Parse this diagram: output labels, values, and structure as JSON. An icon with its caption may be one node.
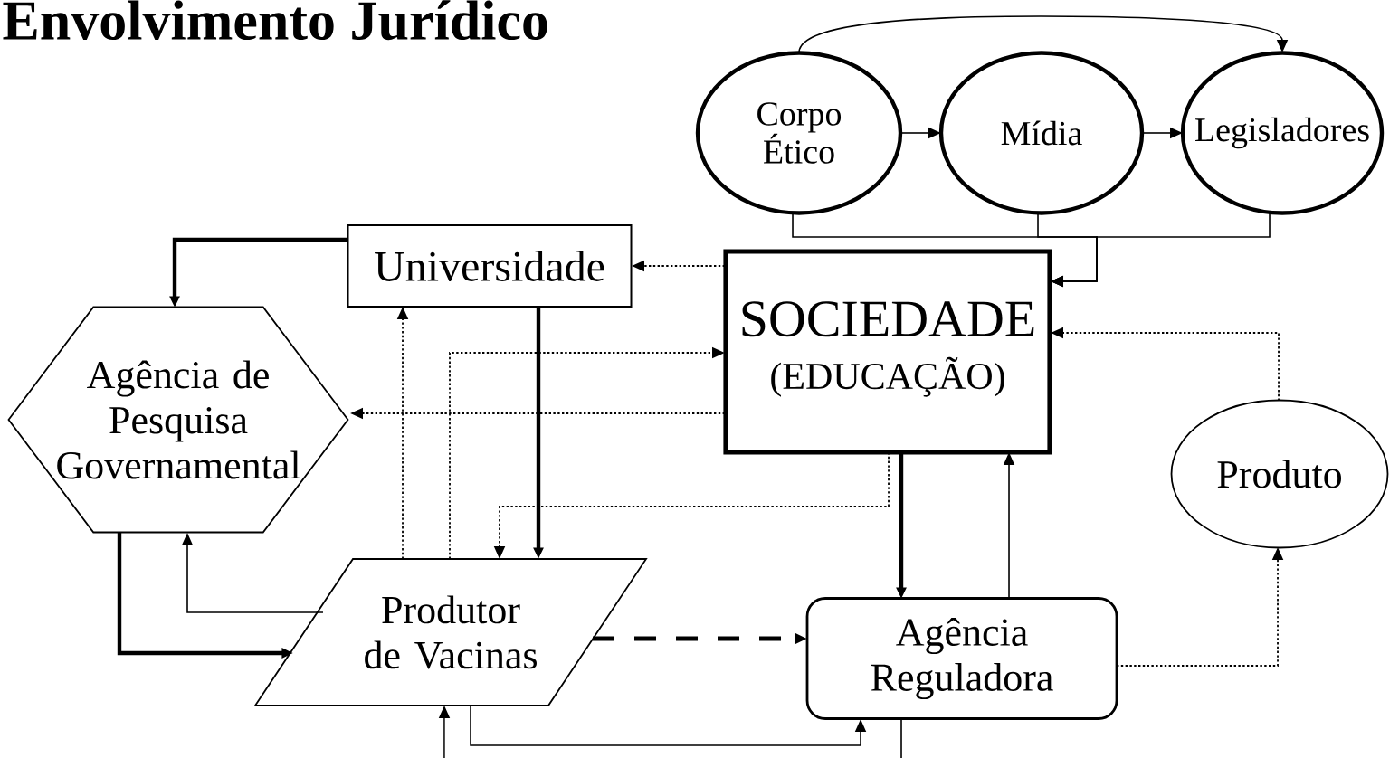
{
  "diagram": {
    "title": "Envolvimento Jurídico",
    "nodes": [
      {
        "text": [
          "Corpo Ético"
        ]
      },
      {
        "text": [
          "Mídia"
        ]
      },
      {
        "text": [
          "Legisladores"
        ]
      },
      {
        "text": [
          "Universidade"
        ]
      },
      {
        "text": [
          "SOCIEDADE",
          "(EDUCAÇÃO)"
        ]
      },
      {
        "text": [
          "Agência de Pesquisa Governamental"
        ]
      },
      {
        "text": [
          "Produto"
        ]
      },
      {
        "text": [
          "Produtor de Vacinas"
        ]
      },
      {
        "text": [
          "Agência Reguladora"
        ]
      }
    ],
    "edges": [
      {
        "from": 0,
        "to": 1,
        "arrow": "to"
      },
      {
        "from": 1,
        "to": 2,
        "arrow": "to"
      },
      {
        "from": 0,
        "to": 2,
        "arrow": "to"
      },
      {
        "from": 0,
        "to": 4,
        "arrow": "to"
      },
      {
        "from": 1,
        "to": 4,
        "arrow": "to"
      },
      {
        "from": 2,
        "to": 4,
        "arrow": "to"
      },
      {
        "from": 4,
        "to": 3,
        "arrow": "to",
        "style": "dashed"
      },
      {
        "from": 4,
        "to": 5,
        "arrow": "to",
        "style": "dashed"
      },
      {
        "from": 3,
        "to": 5,
        "arrow": "to",
        "style": "thick"
      },
      {
        "from": 3,
        "to": 7,
        "arrow": "to",
        "style": "thick"
      },
      {
        "from": 7,
        "to": 3,
        "arrow": "to",
        "style": "dashed"
      },
      {
        "from": 7,
        "to": 4,
        "arrow": "to",
        "style": "dashed"
      },
      {
        "from": 4,
        "to": 7,
        "arrow": "to",
        "style": "dashed"
      },
      {
        "from": 4,
        "to": 8,
        "arrow": "to",
        "style": "thick"
      },
      {
        "from": 8,
        "to": 4,
        "arrow": "to"
      },
      {
        "from": 5,
        "to": 7,
        "arrow": "to",
        "style": "thick"
      },
      {
        "from": 7,
        "to": 5,
        "arrow": "to"
      },
      {
        "from": 7,
        "to": 8,
        "arrow": "to",
        "style": "dashed"
      },
      {
        "from": 7,
        "to": 8,
        "arrow": "to"
      },
      {
        "from": null,
        "to": 7,
        "arrow": "to"
      },
      {
        "from": 8,
        "to": null,
        "arrow": "none"
      },
      {
        "from": 8,
        "to": 6,
        "arrow": "to",
        "style": "dashed"
      },
      {
        "from": 6,
        "to": 4,
        "arrow": "to",
        "style": "dashed"
      }
    ]
  }
}
